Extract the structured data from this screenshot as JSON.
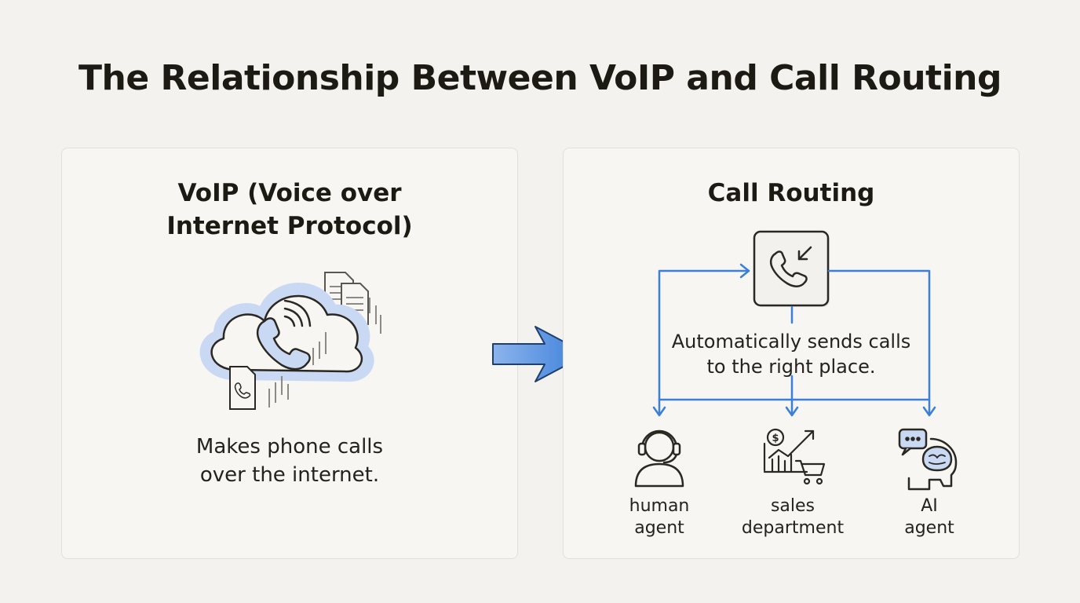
{
  "title": "The Relationship Between VoIP and Call Routing",
  "voip": {
    "title_line1": "VoIP (Voice over",
    "title_line2": "Internet Protocol)",
    "desc_line1": "Makes phone calls",
    "desc_line2": "over the internet.",
    "icons": [
      "cloud-icon",
      "phone-icon",
      "document-icon",
      "sound-wave-icon"
    ]
  },
  "routing": {
    "title": "Call Routing",
    "desc_line1": "Automatically sends calls",
    "desc_line2": "to the right place.",
    "destinations": [
      {
        "label_line1": "human",
        "label_line2": "agent",
        "icon": "headset-person-icon"
      },
      {
        "label_line1": "sales",
        "label_line2": "department",
        "icon": "sales-chart-cart-icon"
      },
      {
        "label_line1": "AI",
        "label_line2": "agent",
        "icon": "ai-brain-head-icon"
      }
    ],
    "sales_icon_symbol": "$"
  },
  "colors": {
    "accent_blue": "#3b7fd9",
    "cloud_fill": "#c9d9f4",
    "outline": "#2b2822",
    "background": "#f3f2ee"
  }
}
